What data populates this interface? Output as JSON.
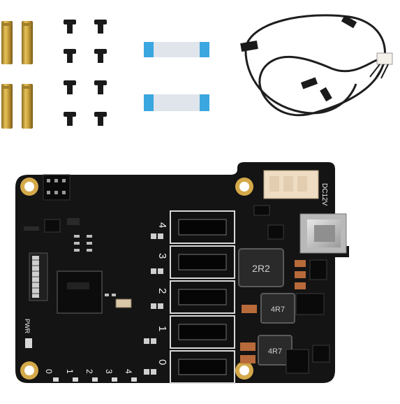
{
  "product": {
    "accessories": {
      "standoff_count": 4,
      "screw_count": 8,
      "ffc_cable_count": 2,
      "fan_cable_connector_count": 1
    },
    "board": {
      "color": "#141414",
      "silkscreen_color": "#f2f2f2",
      "port_numbers": [
        "4",
        "3",
        "2",
        "1",
        "0"
      ],
      "led_labels": [
        "0",
        "1",
        "2",
        "3",
        "4"
      ],
      "power_label": "PWR",
      "dc_label": "DC12V",
      "inductor_labels": [
        "2R2",
        "4R7",
        "4R7"
      ]
    },
    "colors": {
      "brass": "#c9a13b",
      "ffc_blue": "#3aa7e0",
      "gold_pad": "#d4a94a",
      "connector_beige": "#eedcc3"
    }
  }
}
